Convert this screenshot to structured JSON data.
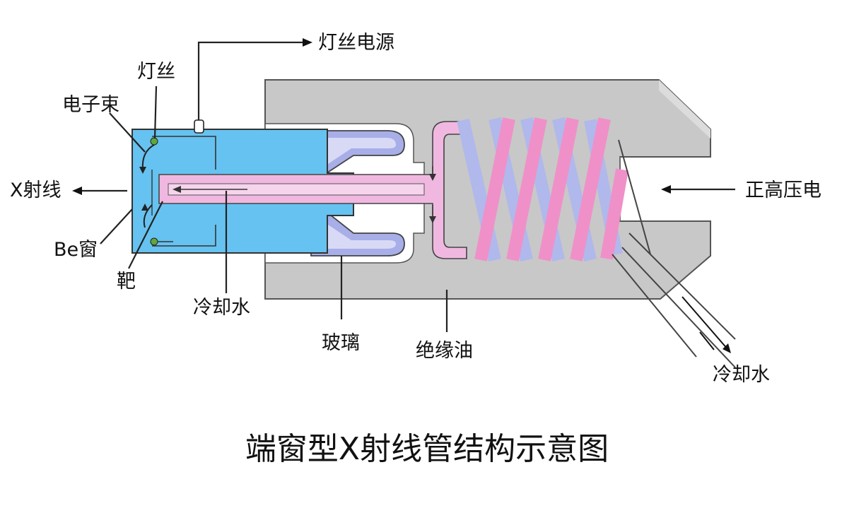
{
  "labels": {
    "filament_power": "灯丝电源",
    "filament": "灯丝",
    "electron_beam": "电子束",
    "xray": "X射线",
    "be_window": "Be窗",
    "target": "靶",
    "cooling_water_inner": "冷却水",
    "glass": "玻璃",
    "insulating_oil": "绝缘油",
    "positive_high_voltage": "正高压电",
    "cooling_water_outer": "冷却水"
  },
  "title": "端窗型X射线管结构示意图",
  "colors": {
    "housing": "#c8c8c8",
    "tube": "#66c2f0",
    "pipe": "#f0b8e0",
    "coil_front": "#f090c8",
    "coil_back": "#b0b8ec",
    "glass": "#a8aee8",
    "filament_dot": "#5fa83a"
  }
}
